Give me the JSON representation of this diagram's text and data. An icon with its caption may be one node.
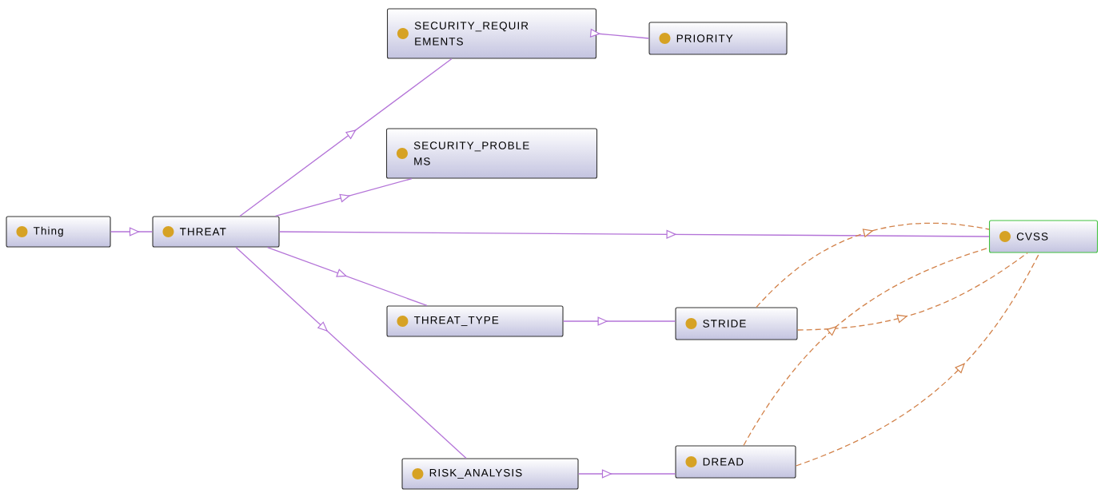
{
  "diagram": {
    "nodes": [
      {
        "text": [
          "Thing"
        ]
      },
      {
        "text": [
          "THREAT"
        ]
      },
      {
        "text": [
          "SECURITY_REQUIR EMENTS"
        ]
      },
      {
        "text": [
          "PRIORITY"
        ]
      },
      {
        "text": [
          "SECURITY_PROBLE MS"
        ]
      },
      {
        "text": [
          "CVSS"
        ]
      },
      {
        "text": [
          "THREAT_TYPE"
        ]
      },
      {
        "text": [
          "STRIDE"
        ]
      },
      {
        "text": [
          "RISK_ANALYSIS"
        ]
      },
      {
        "text": [
          "DREAD"
        ]
      }
    ],
    "edges": [
      {
        "from": 0,
        "to": 1,
        "arrow": "to"
      },
      {
        "from": 1,
        "to": 2,
        "arrow": "to"
      },
      {
        "from": 2,
        "to": 3,
        "arrow": "to"
      },
      {
        "from": 1,
        "to": 4,
        "arrow": "to"
      },
      {
        "from": 1,
        "to": 5,
        "arrow": "to"
      },
      {
        "from": 1,
        "to": 6,
        "arrow": "to"
      },
      {
        "from": 6,
        "to": 7,
        "arrow": "to"
      },
      {
        "from": 1,
        "to": 8,
        "arrow": "to"
      },
      {
        "from": 8,
        "to": 9,
        "arrow": "to"
      },
      {
        "from": 7,
        "to": 5,
        "arrow": "to",
        "style": "dashed",
        "color": "#d2824a"
      },
      {
        "from": 7,
        "to": 5,
        "arrow": "to",
        "style": "dashed",
        "color": "#d2824a"
      },
      {
        "from": 9,
        "to": 5,
        "arrow": "to",
        "style": "dashed",
        "color": "#d2824a"
      },
      {
        "from": 9,
        "to": 5,
        "arrow": "to",
        "style": "dashed",
        "color": "#d2824a"
      }
    ]
  }
}
